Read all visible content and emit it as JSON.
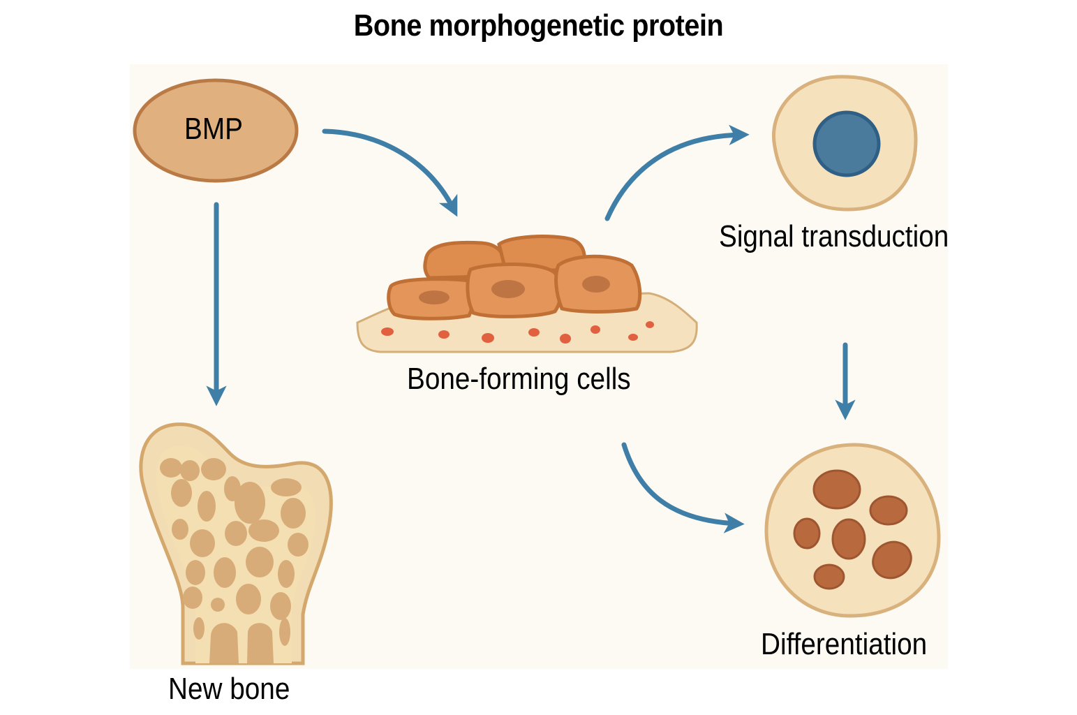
{
  "title": "Bone morphogenetic protein",
  "nodes": {
    "bmp": {
      "label": "BMP"
    },
    "bone_forming_cells": {
      "label": "Bone-forming cells"
    },
    "signal_transduction": {
      "label": "Signal transduction"
    },
    "differentiation": {
      "label": "Differentiation"
    },
    "new_bone": {
      "label": "New bone"
    }
  },
  "edges": [
    {
      "from": "BMP",
      "to": "Bone-forming cells"
    },
    {
      "from": "BMP",
      "to": "New bone"
    },
    {
      "from": "Bone-forming cells",
      "to": "Signal transduction"
    },
    {
      "from": "Signal transduction",
      "to": "Differentiation"
    },
    {
      "from": "Bone-forming cells",
      "to": "Differentiation"
    }
  ],
  "colors": {
    "arrow": "#3f7ea6",
    "bmp_fill": "#e0b07f",
    "bmp_stroke": "#b97a46",
    "cell_fill": "#e4965a",
    "cell_stroke": "#c06f35",
    "cell_nucleus": "#bf7443",
    "cell_cream": "#f6e1bd",
    "cell_cream_stroke": "#d8b17c",
    "nucleus_blue": "#4a7a9c",
    "organelle": "#b86a3e",
    "bone_spot": "#d8ac78",
    "dot_red": "#e0603f"
  }
}
